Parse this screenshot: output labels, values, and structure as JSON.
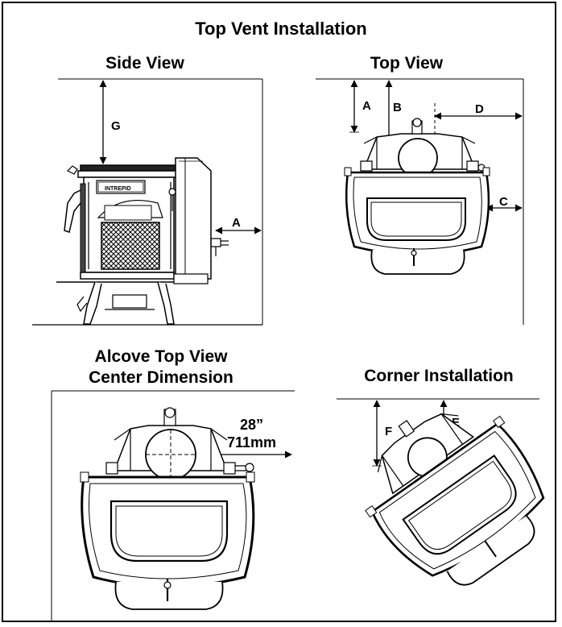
{
  "title": "Top Vent Installation",
  "views": {
    "side": {
      "title": "Side View",
      "labels": {
        "g": "G",
        "a": "A"
      },
      "badge": "INTREPID"
    },
    "top": {
      "title": "Top View",
      "labels": {
        "a": "A",
        "b": "B",
        "c": "C",
        "d": "D"
      }
    },
    "alcove": {
      "title_line1": "Alcove Top View",
      "title_line2": "Center Dimension",
      "dim_in": "28”",
      "dim_mm": "711mm"
    },
    "corner": {
      "title": "Corner Installation",
      "labels": {
        "e": "E",
        "f": "F"
      }
    }
  },
  "colors": {
    "ink": "#000000",
    "paper": "#ffffff",
    "shade": "#555555"
  }
}
